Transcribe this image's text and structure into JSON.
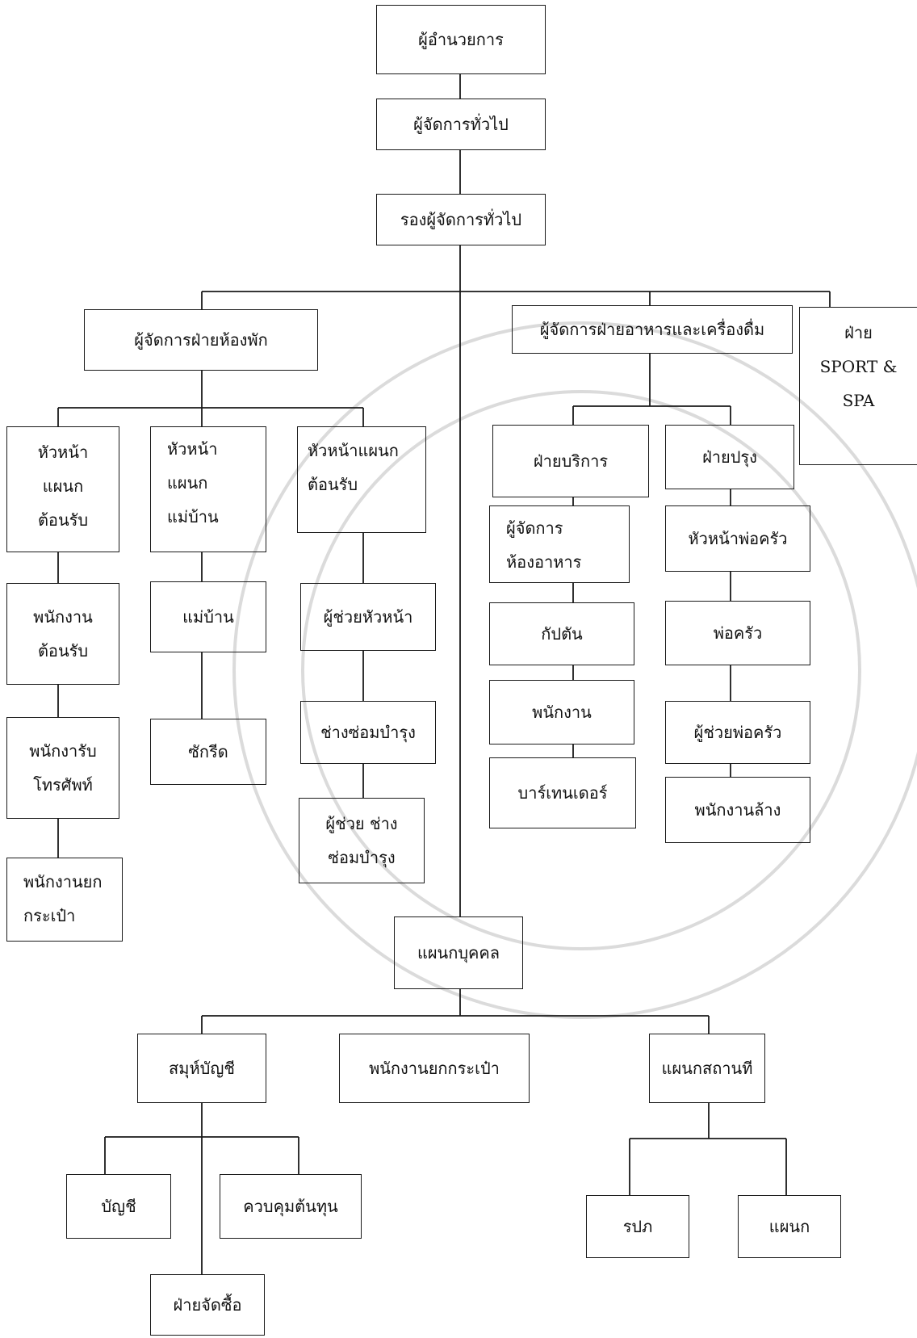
{
  "org_chart": {
    "executive": {
      "director": "ผู้อำนวยการ",
      "general_manager": "ผู้จัดการทั่วไป",
      "deputy_gm": "รองผู้จัดการทั่วไป"
    },
    "rooms": {
      "manager": "ผู้จัดการฝ่ายห้องพัก",
      "front_head": "หัวหน้า\nแผนก\nต้อนรับ",
      "front_staff": "พนักงาน\nต้อนรับ",
      "telephone": "พนักงารับ\nโทรศัพท์",
      "bellboy": "พนักงานยก\nกระเป๋า",
      "housekeeping_head": "หัวหน้า\nแผนก\nแม่บ้าน",
      "maid": "แม่บ้าน",
      "laundry": "ซักรีด",
      "engineering_head": "หัวหน้าแผนก\nต้อนรับ",
      "assistant_head": "ผู้ช่วยหัวหน้า",
      "maintenance": "ช่างซ่อมบำรุง",
      "maintenance_assistant": "ผู้ช่วย ช่าง\nซ่อมบำรุง"
    },
    "fnb": {
      "manager": "ผู้จัดการฝ่ายอาหารและเครื่องดื่ม",
      "service": "ฝ่ายบริการ",
      "restaurant_manager": "ผู้จัดการ\nห้องอาหาร",
      "captain": "กัปตัน",
      "staff": "พนักงาน",
      "bartender": "บาร์เทนเดอร์",
      "kitchen": "ฝ่ายปรุง",
      "chef_head": "หัวหน้าพ่อครัว",
      "cook": "พ่อครัว",
      "cook_assistant": "ผู้ช่วยพ่อครัว",
      "dishwasher": "พนักงานล้าง"
    },
    "spa": "ฝ่าย\nSPORT &\nSPA",
    "personnel": {
      "department": "แผนกบุคคล",
      "accounting_group": "สมุห์บัญชี",
      "porter": "พนักงานยกกระเป๋า",
      "facilities": "แผนกสถานที",
      "accounting": "บัญชี",
      "cost_control": "ควบคุมต้นทุน",
      "purchasing": "ฝ่ายจัดซื้อ",
      "security": "รปภ",
      "section": "แผนก"
    }
  }
}
